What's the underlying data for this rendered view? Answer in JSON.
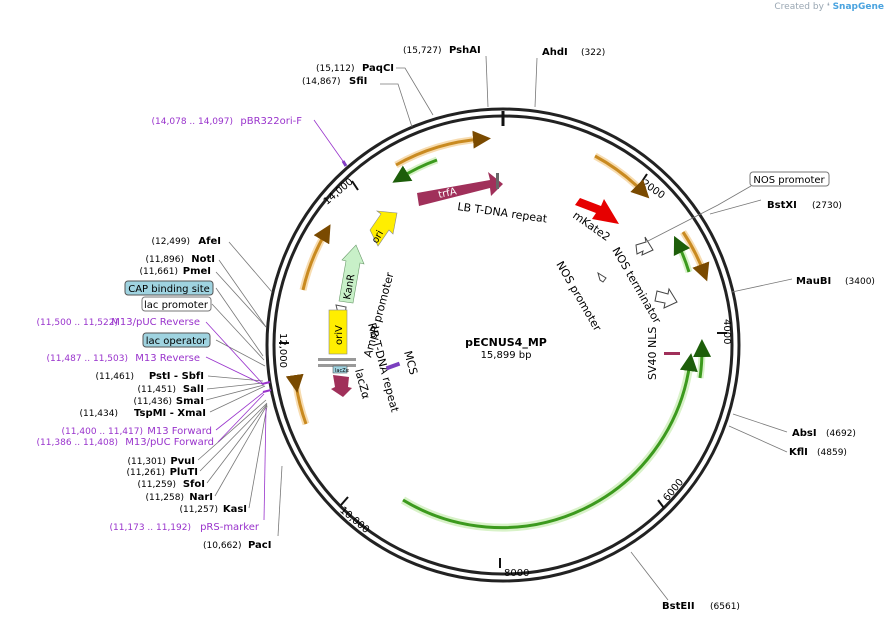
{
  "credit": {
    "prefix": "Created by",
    "brand": "SnapGene"
  },
  "plasmid": {
    "name": "pECNUS4_MP",
    "length": "15,899 bp"
  },
  "ticks": [
    {
      "label": "2000"
    },
    {
      "label": "4000"
    },
    {
      "label": "6000"
    },
    {
      "label": "8000"
    },
    {
      "label": "10,000"
    },
    {
      "label": "12,000"
    },
    {
      "label": "14,000"
    }
  ],
  "sites": [
    {
      "name": "AhdI",
      "pos": "(322)"
    },
    {
      "name": "BstXI",
      "pos": "(2730)"
    },
    {
      "name": "MauBI",
      "pos": "(3400)"
    },
    {
      "name": "AbsI",
      "pos": "(4692)"
    },
    {
      "name": "KflI",
      "pos": "(4859)"
    },
    {
      "name": "BstEII",
      "pos": "(6561)"
    },
    {
      "name": "PacI",
      "pos": "(10,662)"
    },
    {
      "name": "KasI",
      "pos": "(11,257)"
    },
    {
      "name": "NarI",
      "pos": "(11,258)"
    },
    {
      "name": "SfoI",
      "pos": "(11,259)"
    },
    {
      "name": "PluTI",
      "pos": "(11,261)"
    },
    {
      "name": "PvuI",
      "pos": "(11,301)"
    },
    {
      "name": "TspMI - XmaI",
      "pos": "(11,434)"
    },
    {
      "name": "SmaI",
      "pos": "(11,436)"
    },
    {
      "name": "SalI",
      "pos": "(11,451)"
    },
    {
      "name": "PstI - SbfI",
      "pos": "(11,461)"
    },
    {
      "name": "PmeI",
      "pos": "(11,661)"
    },
    {
      "name": "NotI",
      "pos": "(11,896)"
    },
    {
      "name": "AfeI",
      "pos": "(12,499)"
    },
    {
      "name": "SfiI",
      "pos": "(14,867)"
    },
    {
      "name": "PaqCI",
      "pos": "(15,112)"
    },
    {
      "name": "PshAI",
      "pos": "(15,727)"
    }
  ],
  "primers": [
    {
      "name": "pBR322ori-F",
      "pos": "(14,078 .. 14,097)"
    },
    {
      "name": "M13/pUC Reverse",
      "pos": "(11,500 .. 11,522)"
    },
    {
      "name": "M13 Reverse",
      "pos": "(11,487 .. 11,503)"
    },
    {
      "name": "M13 Forward",
      "pos": "(11,400 .. 11,417)"
    },
    {
      "name": "M13/pUC Forward",
      "pos": "(11,386 .. 11,408)"
    },
    {
      "name": "pRS-marker",
      "pos": "(11,173 .. 11,192)"
    }
  ],
  "boxed_features": [
    "NOS promoter",
    "CAP binding site",
    "lac promoter",
    "lac operator"
  ],
  "features": {
    "trfA": "trfA",
    "lb_tdna": "LB T-DNA repeat",
    "mkate2": "mKate2",
    "nos_terminator": "NOS terminator",
    "nos_promoter": "NOS promoter",
    "sv40_nls": "SV40 NLS",
    "ori": "ori",
    "kanr": "KanR",
    "ampr_promoter": "AmpR promoter",
    "oriv": "oriV",
    "rb_tdna": "RB T-DNA repeat",
    "mcs": "MCS",
    "lacz": "lacZα",
    "lacz_box": "lacZα"
  },
  "colors": {
    "backbone": "#222222",
    "enzyme": "#000000",
    "primer": "#9933cc",
    "trfA": "#a0305a",
    "mKate2": "#e60000",
    "ori": "#ffee00",
    "KanR": "#c8f0c8",
    "oriV": "#ffee00",
    "lacZ": "#a0305a",
    "orf_orange": "#c98a20",
    "orf_green": "#3c9a1e",
    "promoter_box": "#9fd3e0"
  }
}
